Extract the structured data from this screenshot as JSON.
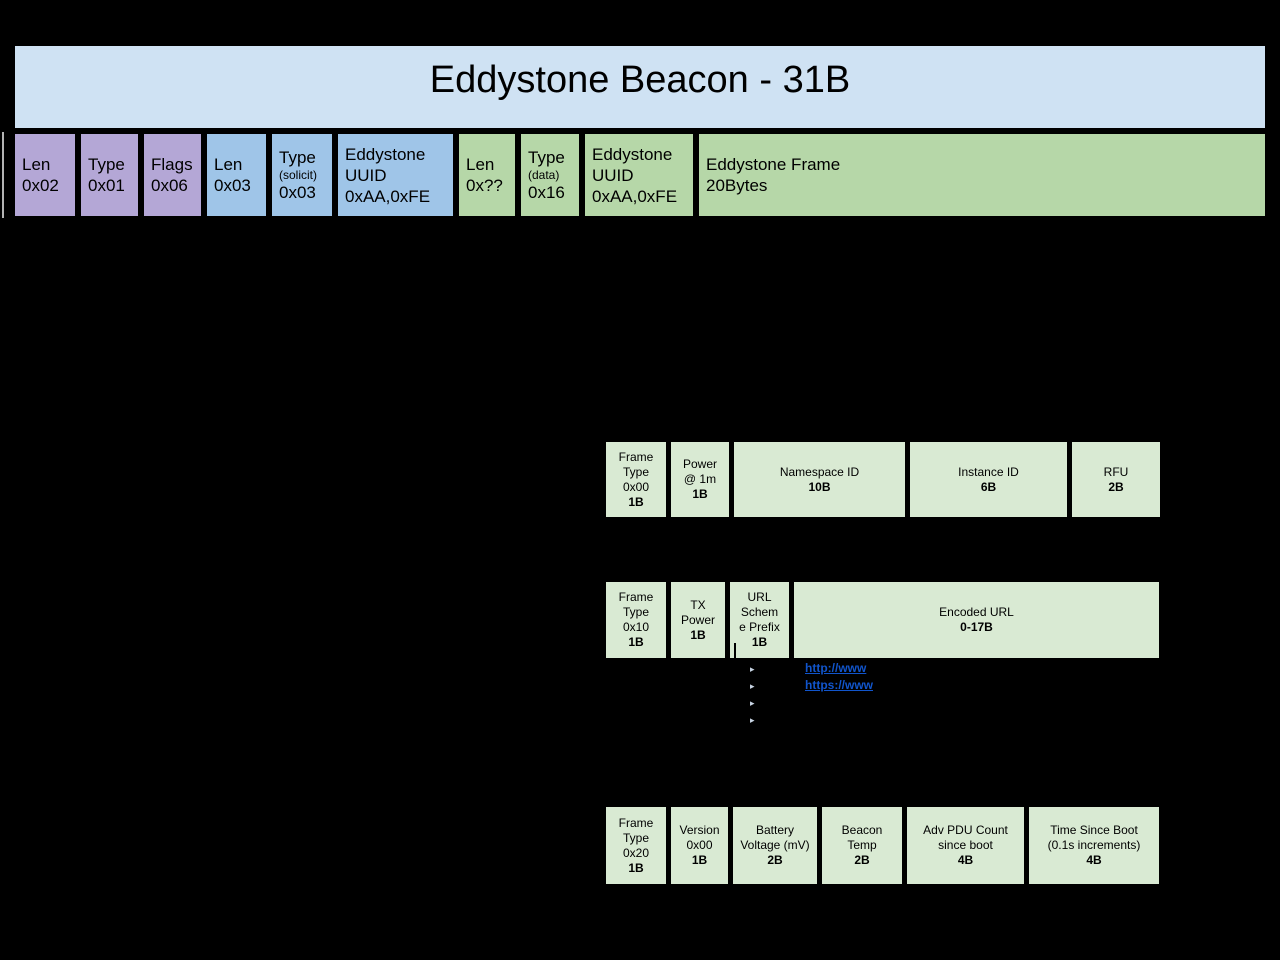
{
  "title": "Eddystone Beacon - 31B",
  "colors": {
    "background": "#000000",
    "title_bg": "#cfe2f3",
    "purple": "#b4a7d6",
    "blue": "#9fc5e8",
    "green": "#b6d7a8",
    "pale_green": "#d9ead3",
    "link": "#1155cc",
    "border": "#000000"
  },
  "byte_row": {
    "cells": [
      {
        "lines": [
          "Len",
          "0x02"
        ]
      },
      {
        "lines": [
          "Type",
          "0x01"
        ]
      },
      {
        "lines": [
          "Flags",
          "0x06"
        ]
      },
      {
        "lines": [
          "Len",
          "0x03"
        ]
      },
      {
        "lines": [
          "Type",
          "(solicit)",
          "0x03"
        ]
      },
      {
        "lines": [
          "Eddystone",
          "UUID",
          "0xAA,0xFE"
        ]
      },
      {
        "lines": [
          "Len",
          "0x??"
        ]
      },
      {
        "lines": [
          "Type",
          "(data)",
          "0x16"
        ]
      },
      {
        "lines": [
          "Eddystone",
          "UUID",
          "0xAA,0xFE"
        ]
      },
      {
        "lines": [
          "Eddystone Frame",
          "20Bytes"
        ]
      }
    ]
  },
  "frames": {
    "uid": {
      "cells": [
        {
          "lines": [
            "Frame",
            "Type",
            "0x00",
            "1B"
          ]
        },
        {
          "lines": [
            "Power",
            "@ 1m",
            "1B"
          ]
        },
        {
          "lines": [
            "Namespace ID",
            "10B"
          ]
        },
        {
          "lines": [
            "Instance ID",
            "6B"
          ]
        },
        {
          "lines": [
            "RFU",
            "2B"
          ]
        }
      ]
    },
    "url": {
      "cells": [
        {
          "lines": [
            "Frame",
            "Type",
            "0x10",
            "1B"
          ]
        },
        {
          "lines": [
            "TX",
            "Power",
            "1B"
          ]
        },
        {
          "lines": [
            "URL",
            "Schem",
            "e Prefix",
            "1B"
          ]
        },
        {
          "lines": [
            "Encoded URL",
            "0-17B"
          ]
        }
      ],
      "scheme_options": [
        "http://www",
        "https://www",
        "",
        ""
      ]
    },
    "tlm": {
      "cells": [
        {
          "lines": [
            "Frame",
            "Type",
            "0x20",
            "1B"
          ]
        },
        {
          "lines": [
            "Version",
            "0x00",
            "1B"
          ]
        },
        {
          "lines": [
            "Battery",
            "Voltage (mV)",
            "2B"
          ]
        },
        {
          "lines": [
            "Beacon",
            "Temp",
            "2B"
          ]
        },
        {
          "lines": [
            "Adv PDU Count",
            "since boot",
            "4B"
          ]
        },
        {
          "lines": [
            "Time Since Boot",
            "(0.1s increments)",
            "4B"
          ]
        }
      ]
    }
  }
}
